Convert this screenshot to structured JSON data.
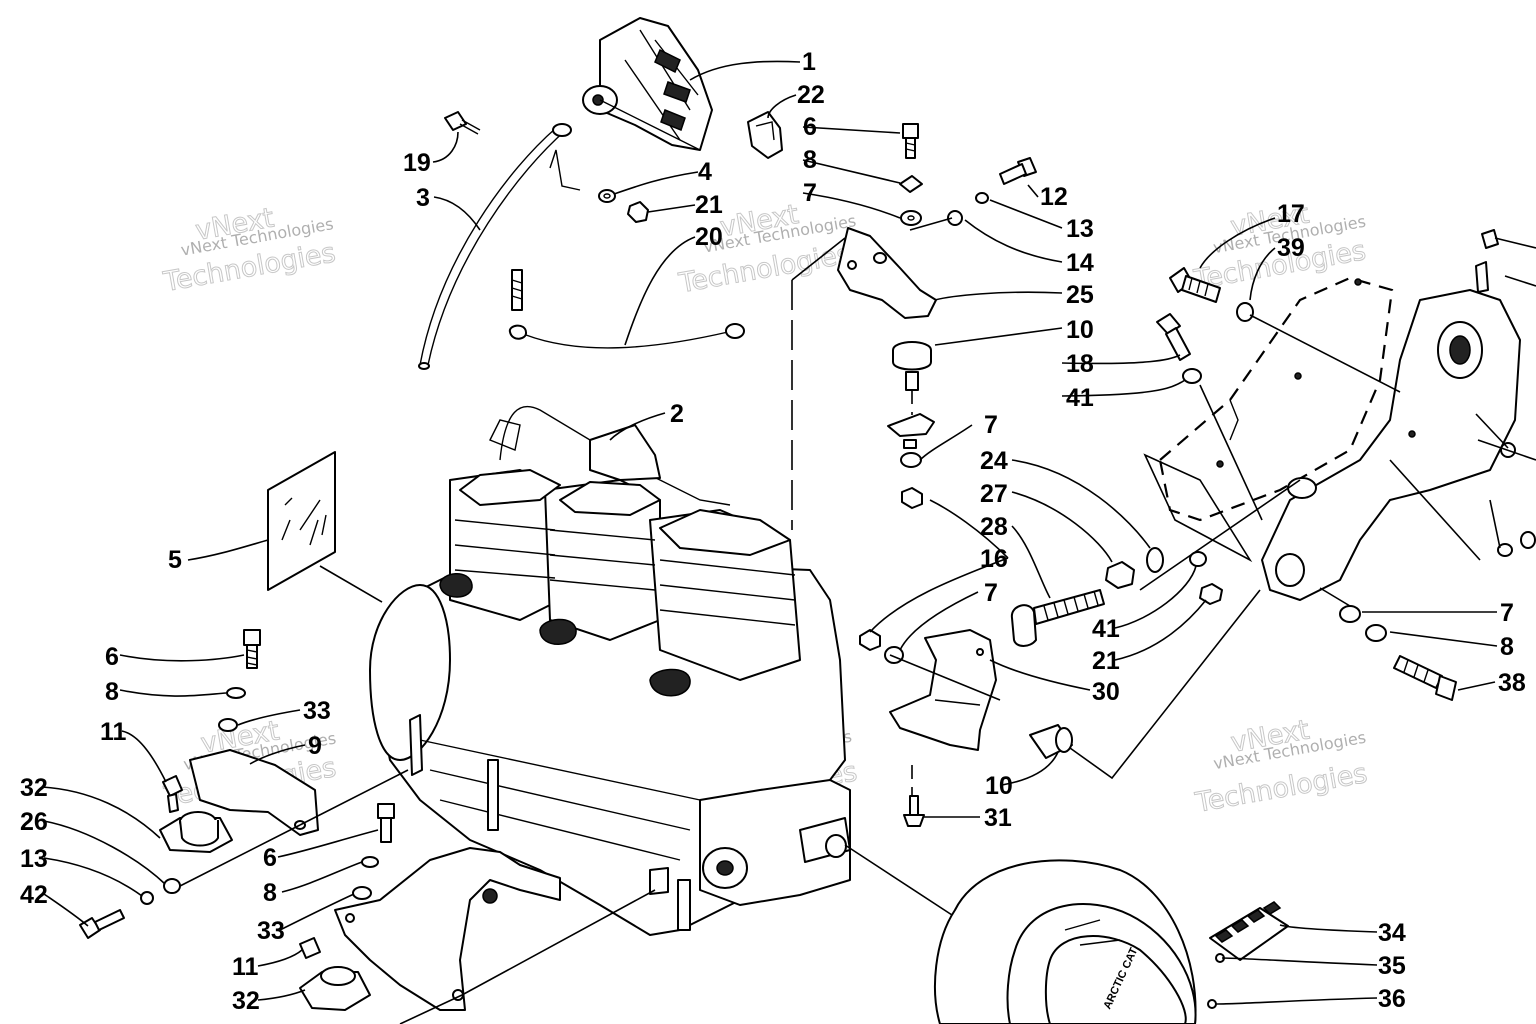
{
  "watermark": {
    "small": "vNext Technologies",
    "line1": "vNext",
    "line2": "Technologies"
  },
  "callouts": [
    {
      "id": "c1",
      "label": "1"
    },
    {
      "id": "c22",
      "label": "22"
    },
    {
      "id": "c6a",
      "label": "6"
    },
    {
      "id": "c19",
      "label": "19"
    },
    {
      "id": "c4",
      "label": "4"
    },
    {
      "id": "c8a",
      "label": "8"
    },
    {
      "id": "c12",
      "label": "12"
    },
    {
      "id": "c3",
      "label": "3"
    },
    {
      "id": "c21a",
      "label": "21"
    },
    {
      "id": "c7a",
      "label": "7"
    },
    {
      "id": "c13a",
      "label": "13"
    },
    {
      "id": "c20",
      "label": "20"
    },
    {
      "id": "c14",
      "label": "14"
    },
    {
      "id": "c17",
      "label": "17"
    },
    {
      "id": "c39",
      "label": "39"
    },
    {
      "id": "c25",
      "label": "25"
    },
    {
      "id": "c10a",
      "label": "10"
    },
    {
      "id": "c18",
      "label": "18"
    },
    {
      "id": "c41a",
      "label": "41"
    },
    {
      "id": "c2",
      "label": "2"
    },
    {
      "id": "c7b",
      "label": "7"
    },
    {
      "id": "c24",
      "label": "24"
    },
    {
      "id": "c27",
      "label": "27"
    },
    {
      "id": "c28",
      "label": "28"
    },
    {
      "id": "c5",
      "label": "5"
    },
    {
      "id": "c16",
      "label": "16"
    },
    {
      "id": "c7c",
      "label": "7"
    },
    {
      "id": "c41b",
      "label": "41"
    },
    {
      "id": "c7d",
      "label": "7"
    },
    {
      "id": "c8d",
      "label": "8"
    },
    {
      "id": "c21b",
      "label": "21"
    },
    {
      "id": "c6b",
      "label": "6"
    },
    {
      "id": "c38",
      "label": "38"
    },
    {
      "id": "c30",
      "label": "30"
    },
    {
      "id": "c8b",
      "label": "8"
    },
    {
      "id": "c33a",
      "label": "33"
    },
    {
      "id": "c11a",
      "label": "11"
    },
    {
      "id": "c9",
      "label": "9"
    },
    {
      "id": "c10b",
      "label": "10"
    },
    {
      "id": "c32a",
      "label": "32"
    },
    {
      "id": "c31",
      "label": "31"
    },
    {
      "id": "c26",
      "label": "26"
    },
    {
      "id": "c6c",
      "label": "6"
    },
    {
      "id": "c13b",
      "label": "13"
    },
    {
      "id": "c8c",
      "label": "8"
    },
    {
      "id": "c42",
      "label": "42"
    },
    {
      "id": "c33b",
      "label": "33"
    },
    {
      "id": "c34",
      "label": "34"
    },
    {
      "id": "c11b",
      "label": "11"
    },
    {
      "id": "c35",
      "label": "35"
    },
    {
      "id": "c32b",
      "label": "32"
    },
    {
      "id": "c36",
      "label": "36"
    }
  ],
  "clutch_brand": "ARCTIC CAT"
}
